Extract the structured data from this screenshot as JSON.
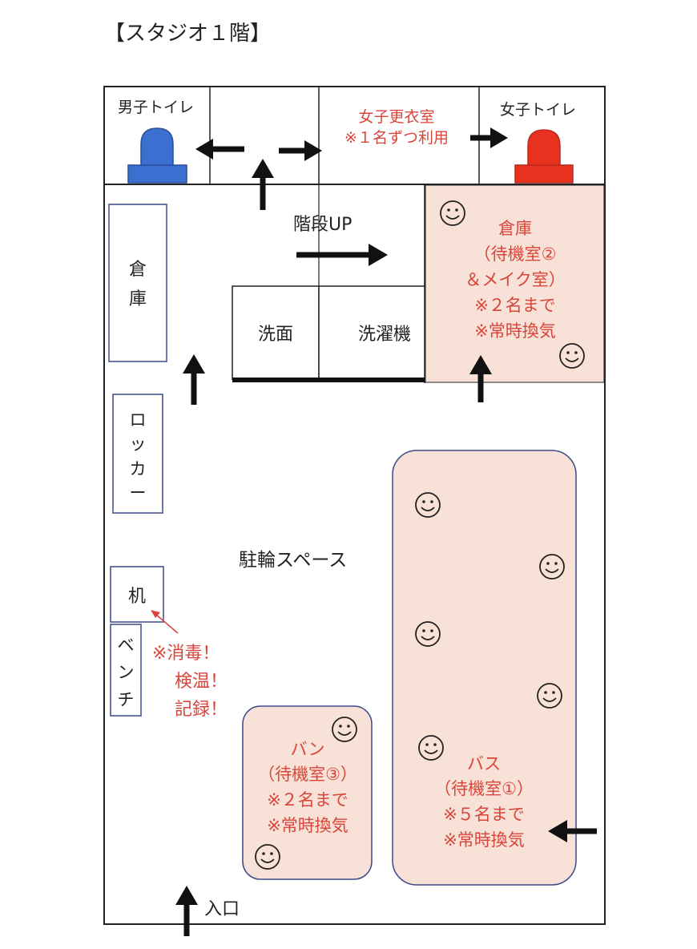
{
  "title": "【スタジオ１階】",
  "rooms": {
    "mens_toilet": "男子トイレ",
    "womens_changing_line1": "女子更衣室",
    "womens_changing_line2": "※１名ずつ利用",
    "womens_toilet": "女子トイレ",
    "stairs": "階段UP",
    "storage_left_line1": "倉",
    "storage_left_line2": "庫",
    "washroom": "洗面",
    "washing_machine": "洗濯機",
    "storage2_line1": "倉庫",
    "storage2_line2": "（待機室②",
    "storage2_line3": "＆メイク室）",
    "storage2_line4": "※２名まで",
    "storage2_line5": "※常時換気",
    "locker_line1": "ロ",
    "locker_line2": "ッ",
    "locker_line3": "カ",
    "locker_line4": "ー",
    "bike_space": "駐輪スペース",
    "desk": "机",
    "bench_line1": "ベ",
    "bench_line2": "ン",
    "bench_line3": "チ",
    "notice_line1": "※消毒！",
    "notice_line2": "検温！",
    "notice_line3": "記録！",
    "van_line1": "バン",
    "van_line2": "（待機室③）",
    "van_line3": "※２名まで",
    "van_line4": "※常時換気",
    "bus_line1": "バス",
    "bus_line2": "（待機室①）",
    "bus_line3": "※５名まで",
    "bus_line4": "※常時換気",
    "entrance": "入口"
  },
  "colors": {
    "waiting_fill": "#f8e1d6",
    "waiting_border": "#3c4a8a",
    "red_text": "#d9453a",
    "blue_toilet": "#3b6fd0",
    "red_toilet": "#e8321f"
  },
  "icons": {
    "smiley": "smiley-icon",
    "arrow": "arrow-icon",
    "toilet": "toilet-icon"
  }
}
